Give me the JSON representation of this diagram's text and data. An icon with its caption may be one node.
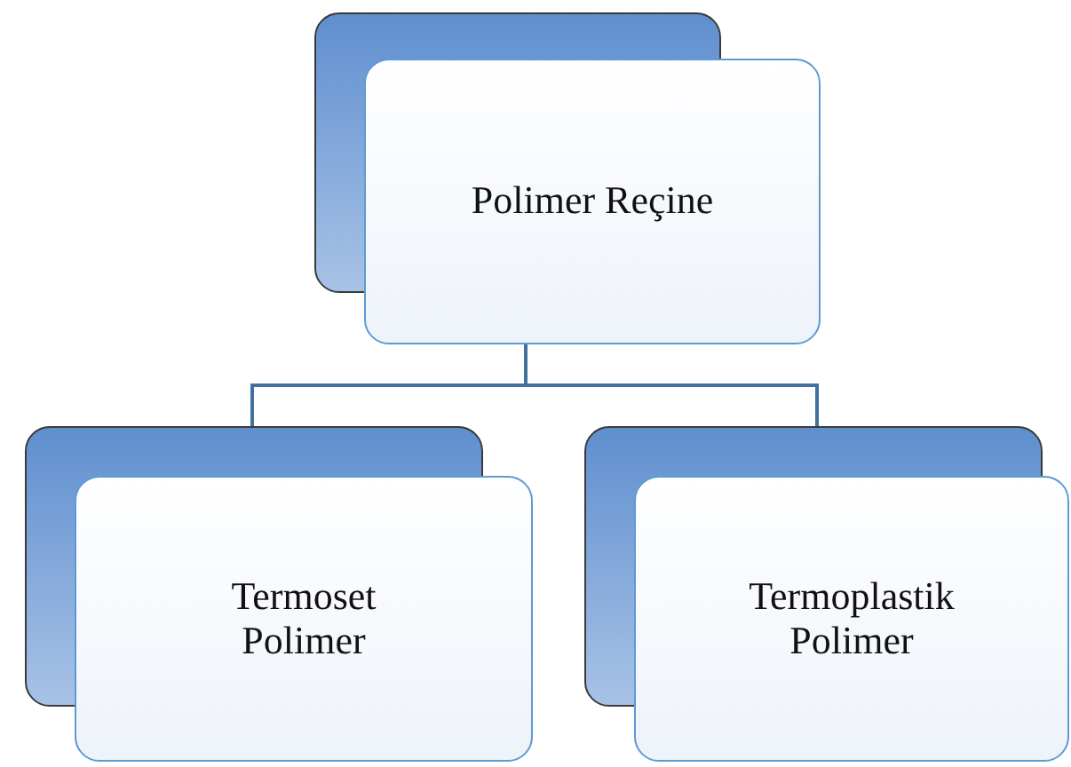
{
  "diagram": {
    "nodes": [
      {
        "text": [
          "Polimer Reçine"
        ]
      },
      {
        "text": [
          "Termoset Polimer"
        ]
      },
      {
        "text": [
          "Termoplastik Polimer"
        ]
      }
    ],
    "edges": [
      {
        "from": 0,
        "to": 1,
        "arrow": "none"
      },
      {
        "from": 0,
        "to": 2,
        "arrow": "none"
      }
    ]
  }
}
